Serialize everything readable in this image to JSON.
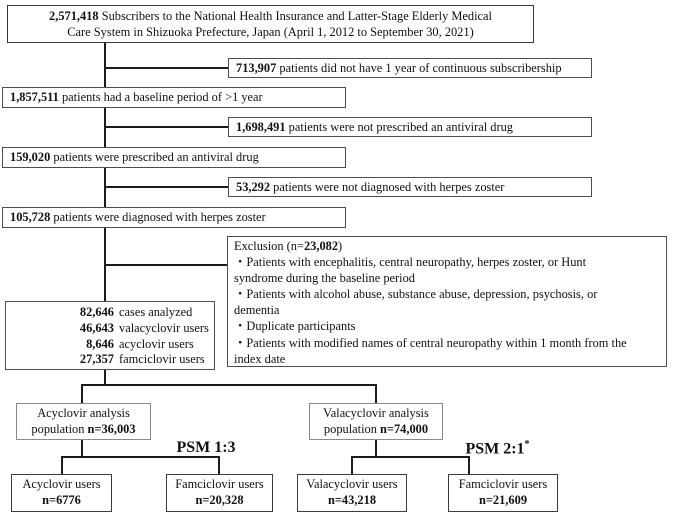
{
  "top_box": {
    "num": "2,571,418",
    "rest": " Subscribers to the National Health Insurance and Latter-Stage Elderly Medical",
    "line2": "Care System in Shizuoka Prefecture, Japan (April 1, 2012 to September 30, 2021)"
  },
  "side_boxes": [
    {
      "num": "713,907",
      "text": " patients did not have 1 year of continuous subscribership"
    },
    {
      "num": "1,698,491",
      "text": " patients were not prescribed an antiviral drug"
    },
    {
      "num": "53,292",
      "text": " patients were not diagnosed with herpes zoster"
    }
  ],
  "chain_boxes": [
    {
      "num": "1,857,511",
      "text": " patients had a baseline period of >1 year"
    },
    {
      "num": "159,020",
      "text": " patients were prescribed an antiviral drug"
    },
    {
      "num": "105,728",
      "text": " patients were diagnosed with herpes zoster"
    }
  ],
  "exclusion_box": {
    "title_pre": "Exclusion (n=",
    "title_n": "23,082",
    "title_post": ")",
    "lines": [
      "・Patients with encephalitis, central neuropathy, herpes zoster, or Hunt",
      "syndrome during the baseline period",
      "・Patients with alcohol abuse, substance abuse, depression, psychosis, or",
      "dementia",
      "・Duplicate participants",
      "・Patients with modified names of central neuropathy within 1 month from the",
      "index date"
    ]
  },
  "cases_box": {
    "rows": [
      {
        "num": "82,646",
        "label": "cases analyzed"
      },
      {
        "num": "46,643",
        "label": "valacyclovir users"
      },
      {
        "num": "8,646",
        "label": "acyclovir users"
      },
      {
        "num": "27,357",
        "label": "famciclovir users"
      }
    ]
  },
  "analysis_boxes": {
    "left": {
      "line1": "Acyclovir analysis",
      "pre": "population ",
      "n": "n=36,003"
    },
    "right": {
      "line1": "Valacyclovir analysis",
      "pre": "population ",
      "n": "n=74,000"
    }
  },
  "psm_labels": {
    "left": "PSM 1:3",
    "right": "PSM 2:1",
    "right_sup": "*"
  },
  "user_boxes": [
    {
      "label": "Acyclovir users",
      "n": "n=6776"
    },
    {
      "label": "Famciclovir users",
      "n": "n=20,328"
    },
    {
      "label": "Valacyclovir users",
      "n": "n=43,218"
    },
    {
      "label": "Famciclovir users",
      "n": "n=21,609"
    }
  ]
}
